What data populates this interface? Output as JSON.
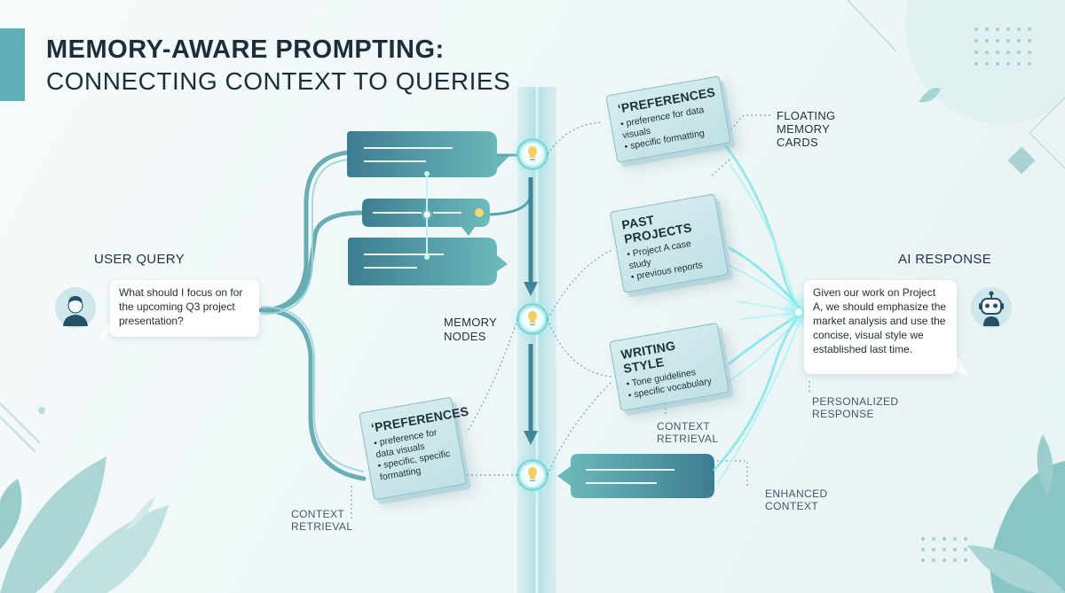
{
  "title": {
    "line1": "MEMORY-AWARE PROMPTING:",
    "line2": "CONNECTING CONTEXT TO QUERIES"
  },
  "user_query": {
    "label": "USER QUERY",
    "text": "What should I focus on for the upcoming Q3 project presentation?"
  },
  "ai_response": {
    "label": "AI RESPONSE",
    "text": "Given our work on Project A, we should emphasize the market analysis and use the concise, visual style we established last time."
  },
  "memory_nodes_label": "MEMORY NODES",
  "floating_cards_label": "FLOATING MEMORY CARDS",
  "personalized_response_label": "PERSONALIZED RESPONSE",
  "context_retrieval_label_right": "CONTEXT RETRIEVAL",
  "context_retrieval_label_left": "CONTEXT RETRIEVAL",
  "enhanced_context_label": "ENHANCED CONTEXT",
  "cards": {
    "preferences_top": {
      "title": "‘PREFERENCES",
      "items": [
        "preference for data visuals",
        "specific formatting"
      ]
    },
    "past_projects": {
      "title": "PAST PROJECTS",
      "items": [
        "Project A case study",
        "previous reports"
      ]
    },
    "writing_style": {
      "title": "WRITING STYLE",
      "items": [
        "Tone guidelines",
        "specific vocabulary"
      ]
    },
    "preferences_bottom": {
      "title": "‘PREFERENCES",
      "items": [
        "preference for data visuals",
        "specific, specific formatting"
      ]
    }
  },
  "colors": {
    "teal_dark": "#3f7f94",
    "teal": "#5fb0b4",
    "teal_light": "#8fd3d6",
    "glow": "#6ee0e6",
    "text": "#1b2e3a"
  }
}
